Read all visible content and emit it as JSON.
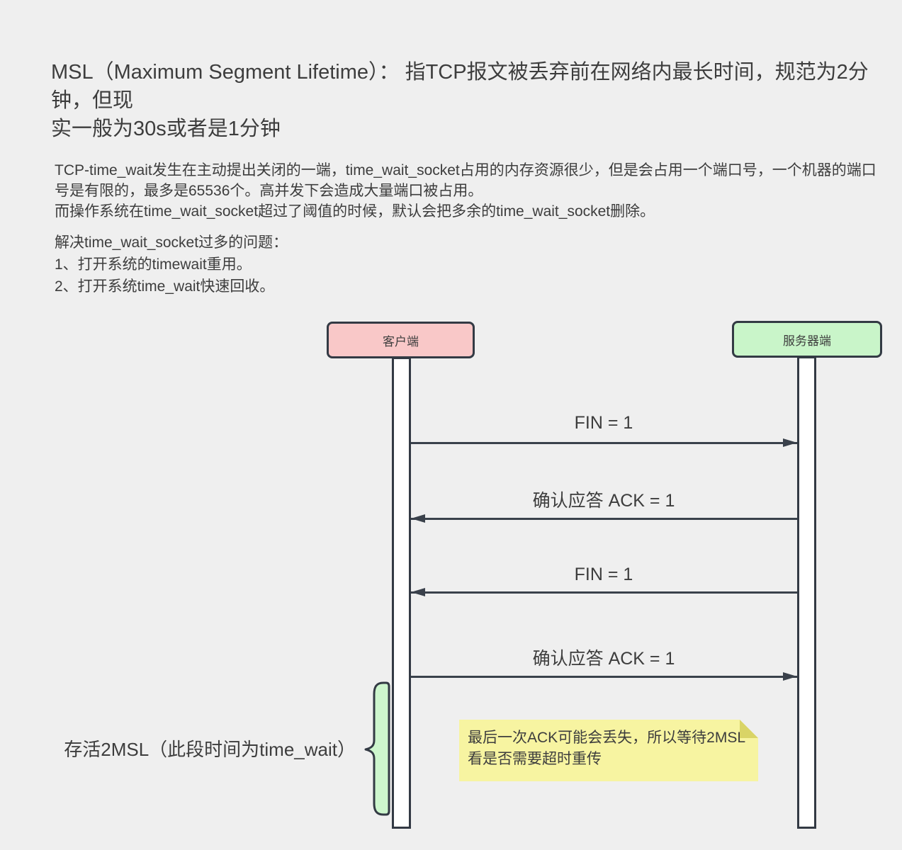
{
  "page": {
    "background": "#efefef",
    "text_color": "#3d3d3d",
    "stroke_color": "#333a44"
  },
  "title": {
    "lines": [
      "MSL（Maximum Segment Lifetime）： 指TCP报文被丢弃前在网络内最长时间，规范为2分钟，但现",
      "实一般为30s或者是1分钟"
    ]
  },
  "paragraphs": {
    "time_wait_intro": {
      "lines": [
        "TCP-time_wait发生在主动提出关闭的一端，time_wait_socket占用的内存资源很少，但是会占用一个端口号，一个机器的端口",
        "号是有限的，最多是65536个。高并发下会造成大量端口被占用。",
        "而操作系统在time_wait_socket超过了阈值的时候，默认会把多余的time_wait_socket删除。"
      ]
    },
    "solutions": {
      "lines": [
        "解决time_wait_socket过多的问题：",
        "1、打开系统的timewait重用。",
        "2、打开系统time_wait快速回收。"
      ]
    }
  },
  "diagram": {
    "actors": [
      {
        "id": "client",
        "label": "客户端",
        "fill": "#f9c8c8"
      },
      {
        "id": "server",
        "label": "服务器端",
        "fill": "#c9f5c9"
      }
    ],
    "messages": [
      {
        "label": "FIN = 1",
        "from": "client",
        "to": "server",
        "direction": "right"
      },
      {
        "label": "确认应答 ACK = 1",
        "from": "server",
        "to": "client",
        "direction": "left"
      },
      {
        "label": "FIN = 1",
        "from": "server",
        "to": "client",
        "direction": "left"
      },
      {
        "label": "确认应答 ACK = 1",
        "from": "client",
        "to": "server",
        "direction": "right"
      }
    ],
    "brace": {
      "label": "存活2MSL（此段时间为time_wait）",
      "fill": "#cdf6cd"
    },
    "sticky_note": {
      "lines": [
        "最后一次ACK可能会丢失，所以等待2MSL",
        "看是否需要超时重传"
      ],
      "fill": "#f7f4a1",
      "fold_color": "#d9d466"
    }
  }
}
